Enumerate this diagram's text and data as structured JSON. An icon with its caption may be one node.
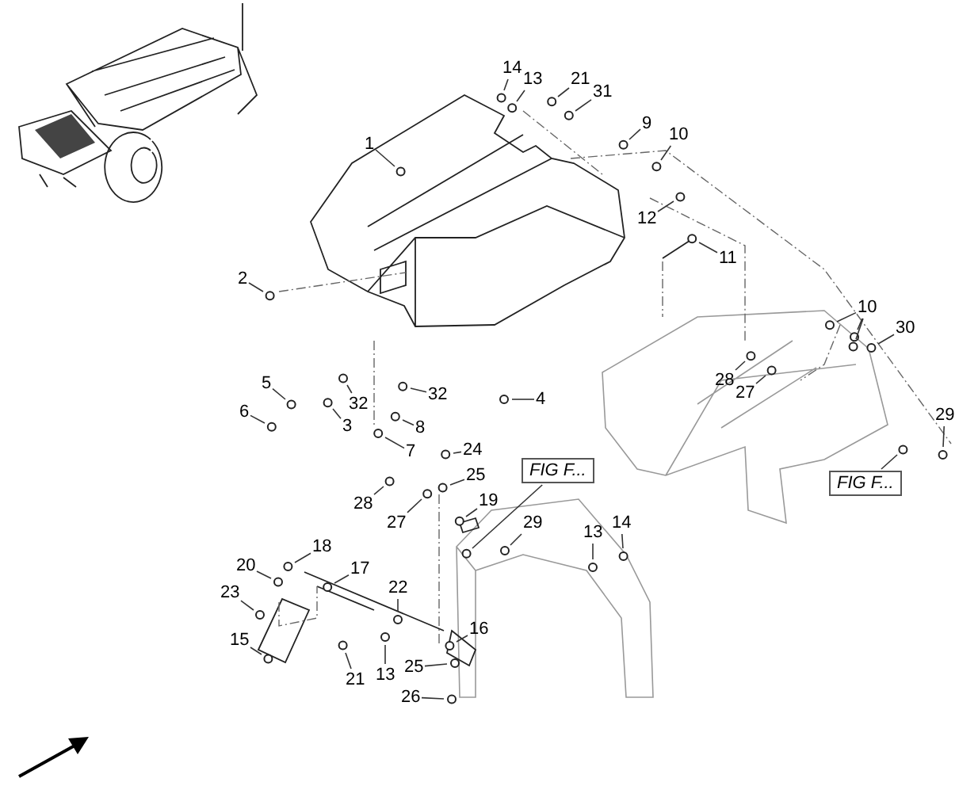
{
  "diagram": {
    "nodes": [
      {
        "text": [
          "14"
        ]
      },
      {
        "text": [
          "13"
        ]
      },
      {
        "text": [
          "21"
        ]
      },
      {
        "text": [
          "31"
        ]
      },
      {
        "text": [
          "1"
        ]
      },
      {
        "text": [
          "9"
        ]
      },
      {
        "text": [
          "10"
        ]
      },
      {
        "text": [
          "12"
        ]
      },
      {
        "text": [
          "11"
        ]
      },
      {
        "text": [
          "2"
        ]
      },
      {
        "text": [
          "10"
        ]
      },
      {
        "text": [
          "30"
        ]
      },
      {
        "text": [
          "28"
        ]
      },
      {
        "text": [
          "27"
        ]
      },
      {
        "text": [
          "5"
        ]
      },
      {
        "text": [
          "4"
        ]
      },
      {
        "text": [
          "32"
        ]
      },
      {
        "text": [
          "32"
        ]
      },
      {
        "text": [
          "6"
        ]
      },
      {
        "text": [
          "3"
        ]
      },
      {
        "text": [
          "8"
        ]
      },
      {
        "text": [
          "29"
        ]
      },
      {
        "text": [
          "7"
        ]
      },
      {
        "text": [
          "24"
        ]
      },
      {
        "text": [
          "25"
        ]
      },
      {
        "text": [
          "FIG F..."
        ]
      },
      {
        "text": [
          "FIG F..."
        ]
      },
      {
        "text": [
          "19"
        ]
      },
      {
        "text": [
          "28"
        ]
      },
      {
        "text": [
          "27"
        ]
      },
      {
        "text": [
          "29"
        ]
      },
      {
        "text": [
          "14"
        ]
      },
      {
        "text": [
          "13"
        ]
      },
      {
        "text": [
          "18"
        ]
      },
      {
        "text": [
          "20"
        ]
      },
      {
        "text": [
          "17"
        ]
      },
      {
        "text": [
          "22"
        ]
      },
      {
        "text": [
          "23"
        ]
      },
      {
        "text": [
          "16"
        ]
      },
      {
        "text": [
          "15"
        ]
      },
      {
        "text": [
          "21"
        ]
      },
      {
        "text": [
          "13"
        ]
      },
      {
        "text": [
          "25"
        ]
      },
      {
        "text": [
          "26"
        ]
      }
    ],
    "edges": [
      {
        "from": 0,
        "to": null,
        "arrow": "none"
      },
      {
        "from": 1,
        "to": null,
        "arrow": "none"
      },
      {
        "from": 2,
        "to": null,
        "arrow": "none"
      },
      {
        "from": 3,
        "to": null,
        "arrow": "none"
      },
      {
        "from": 4,
        "to": null,
        "arrow": "none"
      },
      {
        "from": 5,
        "to": null,
        "arrow": "none"
      },
      {
        "from": 6,
        "to": null,
        "arrow": "none"
      },
      {
        "from": 7,
        "to": null,
        "arrow": "none"
      },
      {
        "from": 8,
        "to": null,
        "arrow": "none"
      },
      {
        "from": 9,
        "to": null,
        "arrow": "none"
      },
      {
        "from": 10,
        "to": null,
        "arrow": "none"
      },
      {
        "from": 10,
        "to": null,
        "arrow": "none"
      },
      {
        "from": 10,
        "to": null,
        "arrow": "none"
      },
      {
        "from": 11,
        "to": null,
        "arrow": "none"
      },
      {
        "from": 12,
        "to": null,
        "arrow": "none"
      },
      {
        "from": 13,
        "to": null,
        "arrow": "none"
      },
      {
        "from": 14,
        "to": null,
        "arrow": "none"
      },
      {
        "from": 15,
        "to": null,
        "arrow": "none"
      },
      {
        "from": 16,
        "to": null,
        "arrow": "none"
      },
      {
        "from": 17,
        "to": null,
        "arrow": "none"
      },
      {
        "from": 18,
        "to": null,
        "arrow": "none"
      },
      {
        "from": 19,
        "to": null,
        "arrow": "none"
      },
      {
        "from": 20,
        "to": null,
        "arrow": "none"
      },
      {
        "from": 21,
        "to": null,
        "arrow": "none"
      },
      {
        "from": 22,
        "to": null,
        "arrow": "none"
      },
      {
        "from": 23,
        "to": null,
        "arrow": "none"
      },
      {
        "from": 24,
        "to": null,
        "arrow": "none"
      },
      {
        "from": 25,
        "to": null,
        "arrow": "none"
      },
      {
        "from": 26,
        "to": null,
        "arrow": "none"
      },
      {
        "from": 27,
        "to": null,
        "arrow": "none"
      },
      {
        "from": 28,
        "to": null,
        "arrow": "none"
      },
      {
        "from": 29,
        "to": null,
        "arrow": "none"
      },
      {
        "from": 30,
        "to": null,
        "arrow": "none"
      },
      {
        "from": 31,
        "to": null,
        "arrow": "none"
      },
      {
        "from": 32,
        "to": null,
        "arrow": "none"
      },
      {
        "from": 33,
        "to": null,
        "arrow": "none"
      },
      {
        "from": 34,
        "to": null,
        "arrow": "none"
      },
      {
        "from": 35,
        "to": null,
        "arrow": "none"
      },
      {
        "from": 36,
        "to": null,
        "arrow": "none"
      },
      {
        "from": 37,
        "to": null,
        "arrow": "none"
      },
      {
        "from": 38,
        "to": null,
        "arrow": "none"
      },
      {
        "from": 39,
        "to": null,
        "arrow": "none"
      },
      {
        "from": 40,
        "to": null,
        "arrow": "none"
      },
      {
        "from": 41,
        "to": null,
        "arrow": "none"
      },
      {
        "from": 42,
        "to": null,
        "arrow": "none"
      },
      {
        "from": 43,
        "to": null,
        "arrow": "none"
      }
    ]
  }
}
